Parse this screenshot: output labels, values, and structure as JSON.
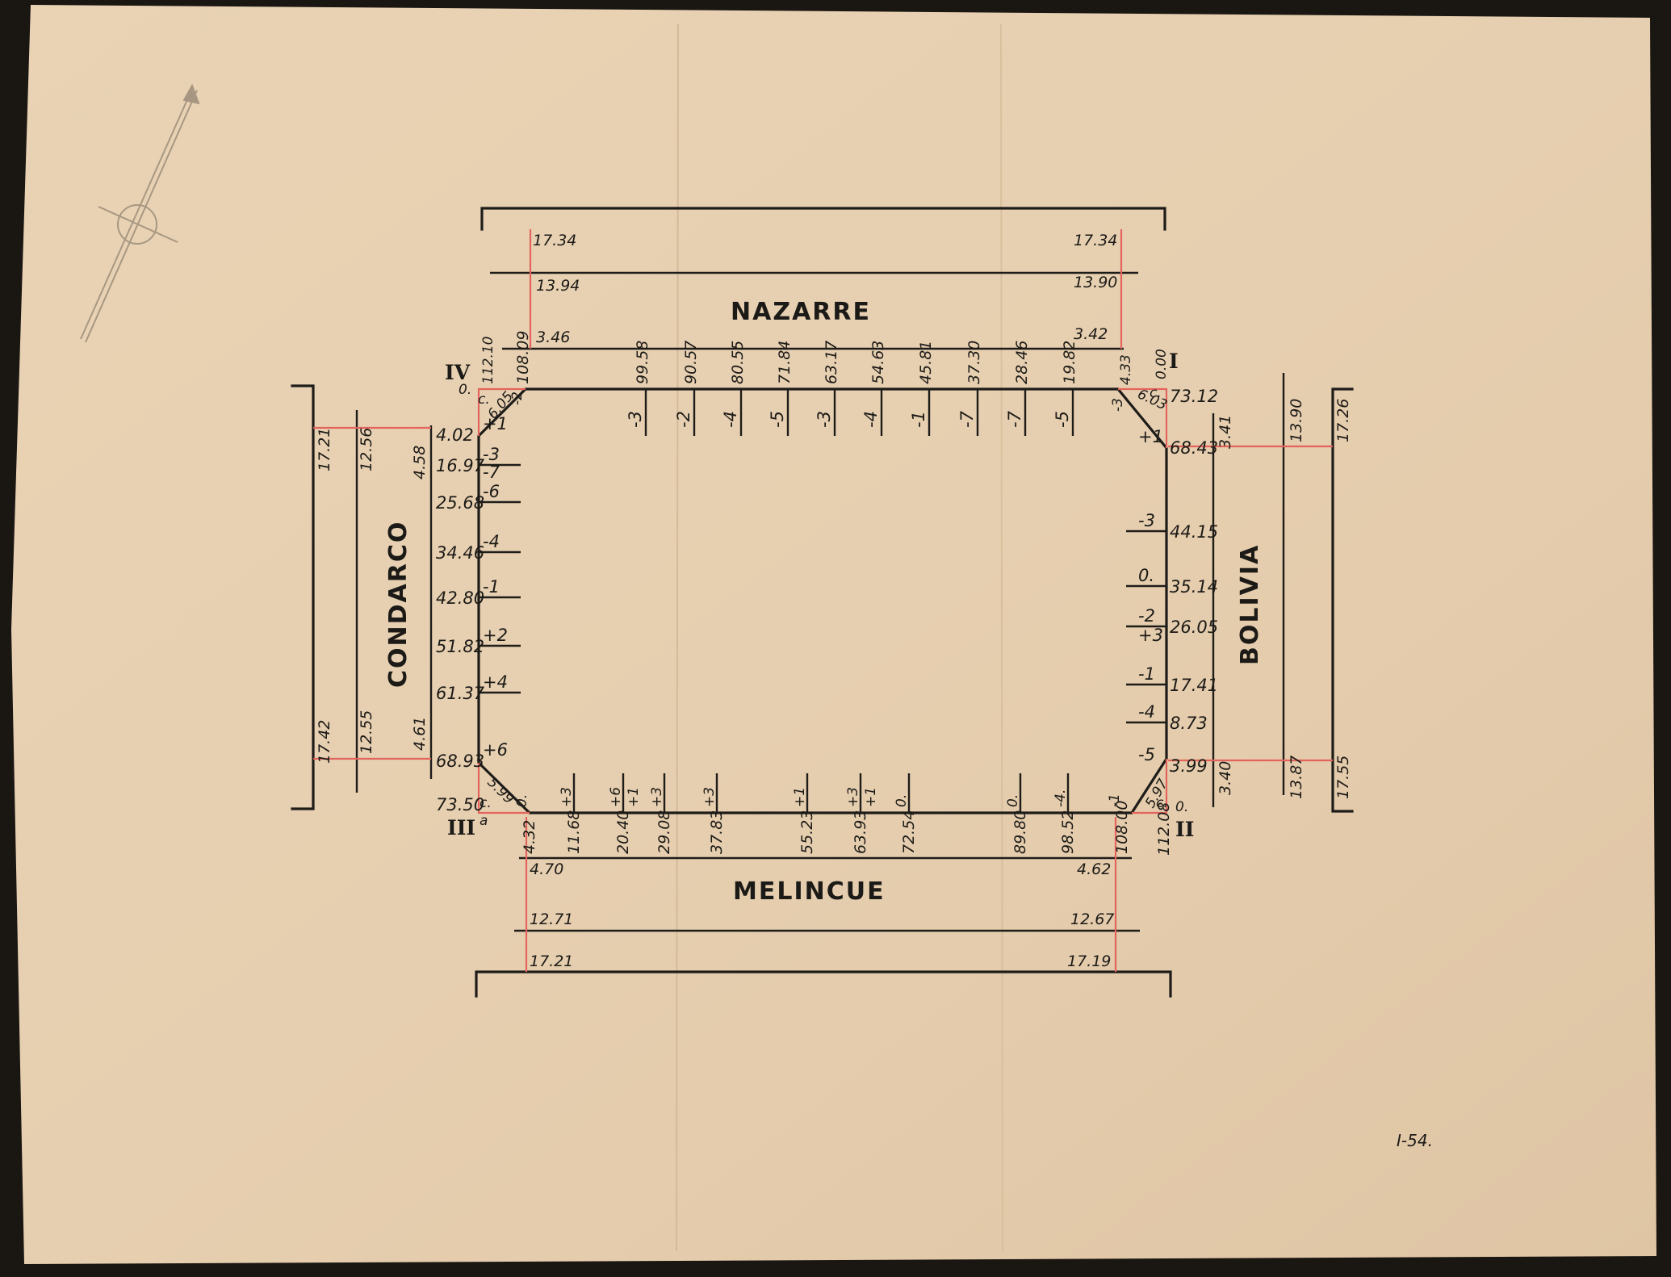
{
  "sheet_id": "I-54.",
  "streets": {
    "north": "NAZARRE",
    "south": "MELINCUE",
    "west": "CONDARCO",
    "east": "BOLIVIA"
  },
  "corners": {
    "I": "I",
    "II": "II",
    "III": "III",
    "IV": "IV",
    "corner_I_value": "0.00",
    "corner_I_chamfer": "4.33",
    "corner_I_chamfer2": "6.03",
    "corner_I_c": "c.",
    "corner_I_offset": "-3",
    "corner_II_value": "0.",
    "corner_II_chamfer": "5.97",
    "corner_II_c": "c.",
    "corner_II_bottom": "112.08",
    "corner_III_value": "73.50",
    "corner_III_chamfer": "5.99",
    "corner_III_c": "c.",
    "corner_III_a": "a",
    "corner_IV_value": "0.",
    "corner_IV_chamfer": "6.05",
    "corner_IV_c": "c.",
    "corner_IV_top": "112.10"
  },
  "north_labels": {
    "outer_left": "17.34",
    "outer_right": "17.34",
    "mid_left": "13.94",
    "mid_right": "13.90",
    "inner_left": "3.46",
    "inner_right": "3.42"
  },
  "south_labels": {
    "inner_left": "4.70",
    "inner_right": "4.62",
    "mid_left": "12.71",
    "mid_right": "12.67",
    "outer_left": "17.21",
    "outer_right": "17.19"
  },
  "west_labels": {
    "outer_top": "17.21",
    "outer_bottom": "17.42",
    "mid_top": "12.56",
    "mid_bottom": "12.55",
    "inner_top": "4.58",
    "inner_bottom": "4.61"
  },
  "east_labels": {
    "inner_top": "3.41",
    "inner_bottom": "3.40",
    "mid_top": "13.90",
    "mid_bottom": "13.87",
    "outer_top": "17.26",
    "outer_bottom": "17.55"
  },
  "north_ticks": [
    {
      "chain": "108.09",
      "offset": "-2"
    },
    {
      "chain": "99.58",
      "offset": "-3"
    },
    {
      "chain": "90.57",
      "offset": "-2"
    },
    {
      "chain": "80.55",
      "offset": "-4"
    },
    {
      "chain": "71.84",
      "offset": "-5"
    },
    {
      "chain": "63.17",
      "offset": "-3"
    },
    {
      "chain": "54.63",
      "offset": "-4"
    },
    {
      "chain": "45.81",
      "offset": "-1"
    },
    {
      "chain": "37.30",
      "offset": "-7"
    },
    {
      "chain": "28.46",
      "offset": "-7"
    },
    {
      "chain": "19.82",
      "offset": "-5"
    }
  ],
  "south_ticks": [
    {
      "chain": "4.32",
      "offset": "0."
    },
    {
      "chain": "11.68",
      "offset": "+3"
    },
    {
      "chain": "20.40",
      "offset": "+6",
      "offset2": "+1"
    },
    {
      "chain": "29.08",
      "offset": "+3"
    },
    {
      "chain": "37.83",
      "offset": "+3"
    },
    {
      "chain": "55.23",
      "offset": "+1"
    },
    {
      "chain": "63.93",
      "offset": "+3",
      "offset2": "+1"
    },
    {
      "chain": "72.54",
      "offset": "0."
    },
    {
      "chain": "89.80",
      "offset": "0."
    },
    {
      "chain": "98.52",
      "offset": "-4."
    },
    {
      "chain": "108.00",
      "offset": "-1"
    }
  ],
  "west_ticks": [
    {
      "chain": "4.02",
      "offset": "+1"
    },
    {
      "chain": "16.97",
      "offset": "-3",
      "offset2": "-7"
    },
    {
      "chain": "25.68",
      "offset": "-6"
    },
    {
      "chain": "34.46",
      "offset": "-4"
    },
    {
      "chain": "42.80",
      "offset": "-1"
    },
    {
      "chain": "51.82",
      "offset": "+2"
    },
    {
      "chain": "61.37",
      "offset": "+4"
    },
    {
      "chain": "68.93",
      "offset": "+6"
    }
  ],
  "east_ticks": [
    {
      "chain": "73.12",
      "offset": ""
    },
    {
      "chain": "68.43",
      "offset": "+1"
    },
    {
      "chain": "44.15",
      "offset": "-3"
    },
    {
      "chain": "35.14",
      "offset": "0."
    },
    {
      "chain": "26.05",
      "offset": "-2",
      "offset2": "+3"
    },
    {
      "chain": "17.41",
      "offset": "-1"
    },
    {
      "chain": "8.73",
      "offset": "-4"
    },
    {
      "chain": "3.99",
      "offset": "-5"
    }
  ],
  "colors": {
    "paper": "#e6cfb0",
    "ink": "#1e1c19",
    "red_line": "#e3645c"
  }
}
